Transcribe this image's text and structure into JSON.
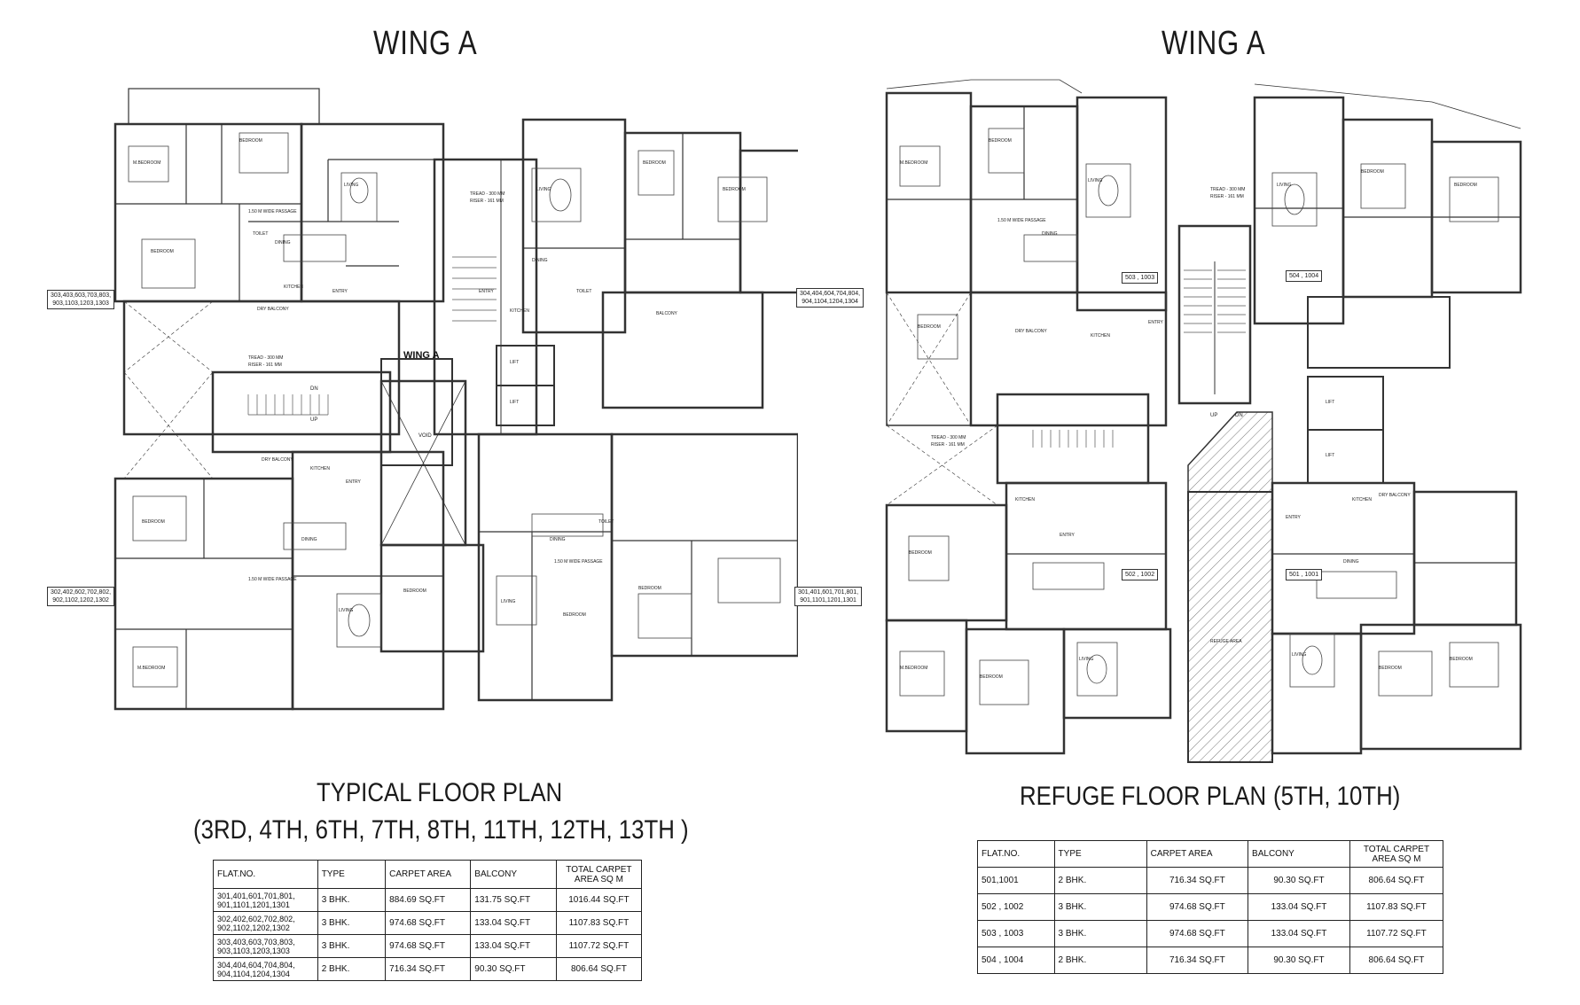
{
  "left": {
    "wing_title": "WING A",
    "plan_title_1": "TYPICAL FLOOR PLAN",
    "plan_title_2": "(3RD, 4TH, 6TH, 7TH, 8TH, 11TH, 12TH, 13TH )",
    "center_label": "WING A",
    "void_label": "VOID",
    "tread": "TREAD - 300 MM",
    "riser": "RISER - 161 MM",
    "flat_tags": [
      "303,403,603,703,803,\n903,1103,1203,1303",
      "304,404,604,704,804,\n904,1104,1204,1304",
      "302,402,602,702,802,\n902,1102,1202,1302",
      "301,401,601,701,801,\n901,1101,1201,1301"
    ],
    "table": {
      "headers": [
        "FLAT.NO.",
        "TYPE",
        "CARPET AREA",
        "BALCONY",
        "TOTAL CARPET AREA SQ M"
      ],
      "rows": [
        [
          "301,401,601,701,801,\n901,1101,1201,1301",
          "3 BHK.",
          "884.69 SQ.FT",
          "131.75 SQ.FT",
          "1016.44 SQ.FT"
        ],
        [
          "302,402,602,702,802,\n902,1102,1202,1302",
          "3 BHK.",
          "974.68 SQ.FT",
          "133.04 SQ.FT",
          "1107.83 SQ.FT"
        ],
        [
          "303,403,603,703,803,\n903,1103,1203,1303",
          "3 BHK.",
          "974.68 SQ.FT",
          "133.04 SQ.FT",
          "1107.72 SQ.FT"
        ],
        [
          "304,404,604,704,804,\n904,1104,1204,1304",
          "2 BHK.",
          "716.34 SQ.FT",
          "90.30 SQ.FT",
          "806.64 SQ.FT"
        ]
      ]
    }
  },
  "right": {
    "wing_title": "WING A",
    "plan_title_1": "REFUGE FLOOR PLAN",
    "plan_title_2": "(5TH, 10TH)",
    "tread": "TREAD - 300 MM",
    "riser": "RISER - 161 MM",
    "refuge_label": "REFUGE AREA",
    "flat_tags": [
      "503 , 1003",
      "504 , 1004",
      "502 , 1002",
      "501 , 1001"
    ],
    "table": {
      "headers": [
        "FLAT.NO.",
        "TYPE",
        "CARPET AREA",
        "BALCONY",
        "TOTAL CARPET AREA SQ M"
      ],
      "rows": [
        [
          "501,1001",
          "2 BHK.",
          "716.34 SQ.FT",
          "90.30 SQ.FT",
          "806.64 SQ.FT"
        ],
        [
          "502 , 1002",
          "3 BHK.",
          "974.68 SQ.FT",
          "133.04 SQ.FT",
          "1107.83 SQ.FT"
        ],
        [
          "503 , 1003",
          "3 BHK.",
          "974.68 SQ.FT",
          "133.04 SQ.FT",
          "1107.72 SQ.FT"
        ],
        [
          "504 , 1004",
          "2 BHK.",
          "716.34 SQ.FT",
          "90.30 SQ.FT",
          "806.64 SQ.FT"
        ]
      ]
    }
  },
  "room_labels": {
    "bedroom": "BEDROOM",
    "m_bedroom": "M.BEDROOM",
    "living": "LIVING",
    "kitchen": "KITCHEN",
    "toilet": "TOILET",
    "dining": "DINING",
    "entry": "ENTRY",
    "balcony": "BALCONY",
    "dry_balcony": "DRY BALCONY",
    "passage": "1.50 M WIDE PASSAGE",
    "lift": "LIFT",
    "up": "UP",
    "dn": "DN"
  }
}
